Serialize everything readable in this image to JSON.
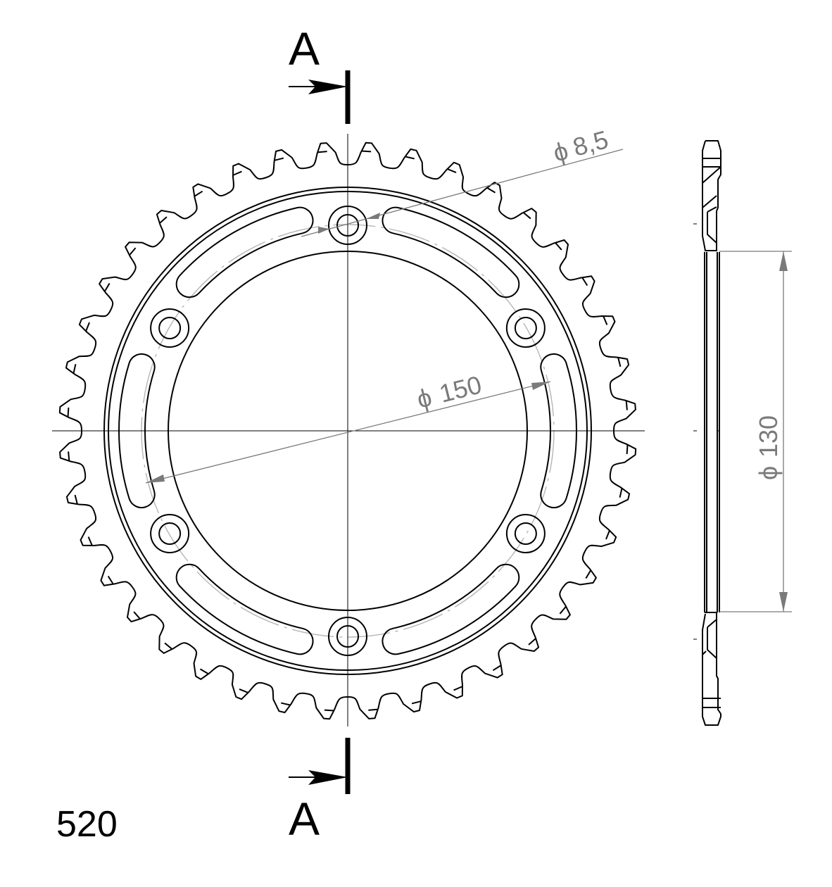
{
  "drawing": {
    "title": "Rear sprocket technical drawing",
    "chain_pitch_label": "520",
    "section_label_top": "A",
    "section_label_bottom": "A",
    "teeth_count": 40,
    "bolt_holes": 6,
    "slots": 6
  },
  "dimensions": {
    "bolt_hole": {
      "symbol": "ϕ",
      "value": "8,5"
    },
    "pitch_circle": {
      "symbol": "ϕ",
      "value": "150"
    },
    "center_bore": {
      "symbol": "ϕ",
      "value": "130"
    }
  },
  "colors": {
    "line": "#000000",
    "dimension": "#7a7a7a",
    "pcd_circle": "#b5b5b5",
    "background": "#ffffff"
  }
}
